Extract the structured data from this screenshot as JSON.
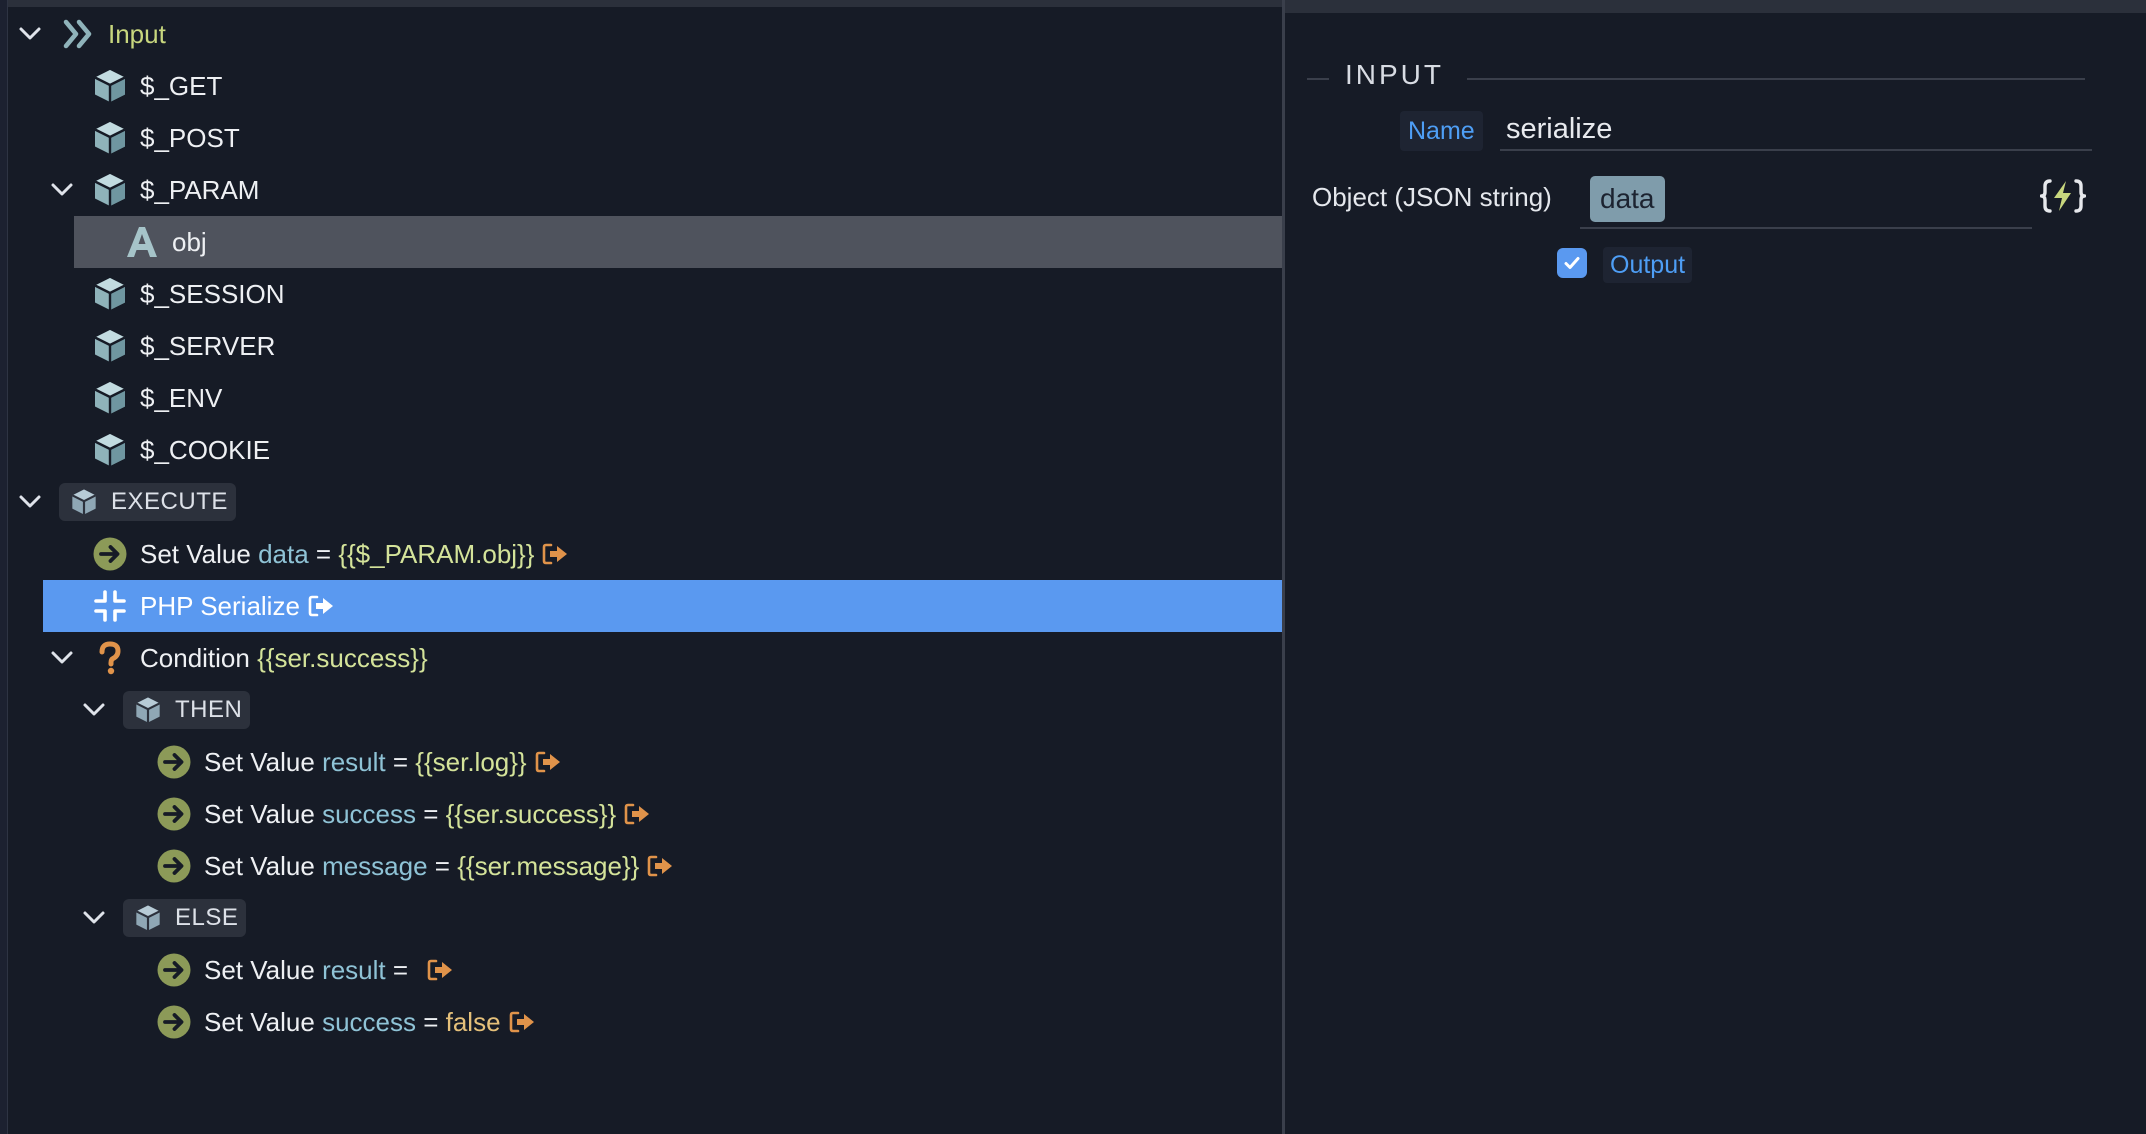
{
  "colors": {
    "background": "#161b26",
    "selection": "#5a99f0",
    "hover_row": "#4f535d",
    "variable": "#8fc3d6",
    "template": "#d4e39a",
    "accent_orange": "#e0934a",
    "link_blue": "#4e9ef5"
  },
  "tree": {
    "root": {
      "label": "Input",
      "icon": "double-chevron-icon"
    },
    "globals": [
      {
        "label": "$_GET",
        "icon": "cube-icon"
      },
      {
        "label": "$_POST",
        "icon": "cube-icon"
      },
      {
        "label": "$_PARAM",
        "icon": "cube-icon"
      },
      {
        "label": "obj",
        "icon": "text-a-icon"
      },
      {
        "label": "$_SESSION",
        "icon": "cube-icon"
      },
      {
        "label": "$_SERVER",
        "icon": "cube-icon"
      },
      {
        "label": "$_ENV",
        "icon": "cube-icon"
      },
      {
        "label": "$_COOKIE",
        "icon": "cube-icon"
      }
    ],
    "execute": {
      "label": "EXECUTE",
      "icon": "cube-icon"
    },
    "set_data": {
      "action": "Set Value",
      "var": "data",
      "eq": " = ",
      "value": "{{$_PARAM.obj}}"
    },
    "serialize": {
      "label": "PHP Serialize",
      "icon": "compress-icon"
    },
    "condition": {
      "label": "Condition",
      "value": "{{ser.success}}",
      "icon": "question-icon"
    },
    "then": {
      "label": "THEN",
      "items": [
        {
          "action": "Set Value",
          "var": "result",
          "eq": " = ",
          "value": "{{ser.log}}"
        },
        {
          "action": "Set Value",
          "var": "success",
          "eq": " = ",
          "value": "{{ser.success}}"
        },
        {
          "action": "Set Value",
          "var": "message",
          "eq": " = ",
          "value": "{{ser.message}}"
        }
      ]
    },
    "else": {
      "label": "ELSE",
      "items": [
        {
          "action": "Set Value",
          "var": "result",
          "eq": " = ",
          "value": ""
        },
        {
          "action": "Set Value",
          "var": "success",
          "eq": " = ",
          "value": "false"
        }
      ]
    }
  },
  "panel": {
    "section_title": "INPUT",
    "name_label": "Name",
    "name_value": "serialize",
    "object_label": "Object (JSON string)",
    "object_value": "data",
    "dynamic_icon": "lightning-braces-icon",
    "output_label": "Output",
    "output_checked": true
  }
}
